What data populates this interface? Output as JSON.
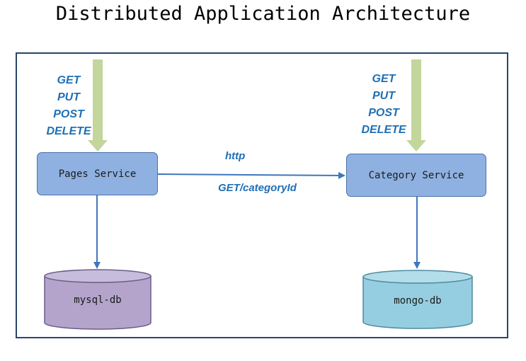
{
  "title": "Distributed Application Architecture",
  "left": {
    "methods": [
      "GET",
      "PUT",
      "POST",
      "DELETE"
    ],
    "service_label": "Pages Service",
    "db_label": "mysql-db",
    "db_color": "#b4a4cc"
  },
  "right": {
    "methods": [
      "GET",
      "PUT",
      "POST",
      "DELETE"
    ],
    "service_label": "Category Service",
    "db_label": "mongo-db",
    "db_color": "#95cee0"
  },
  "connection": {
    "protocol": "http",
    "endpoint": "GET/categoryId"
  },
  "colors": {
    "frame": "#27466a",
    "service_fill": "#8fb1e1",
    "request_arrow": "#c3d69b",
    "connector": "#3f76bc",
    "method_text": "#1f6fb5"
  }
}
